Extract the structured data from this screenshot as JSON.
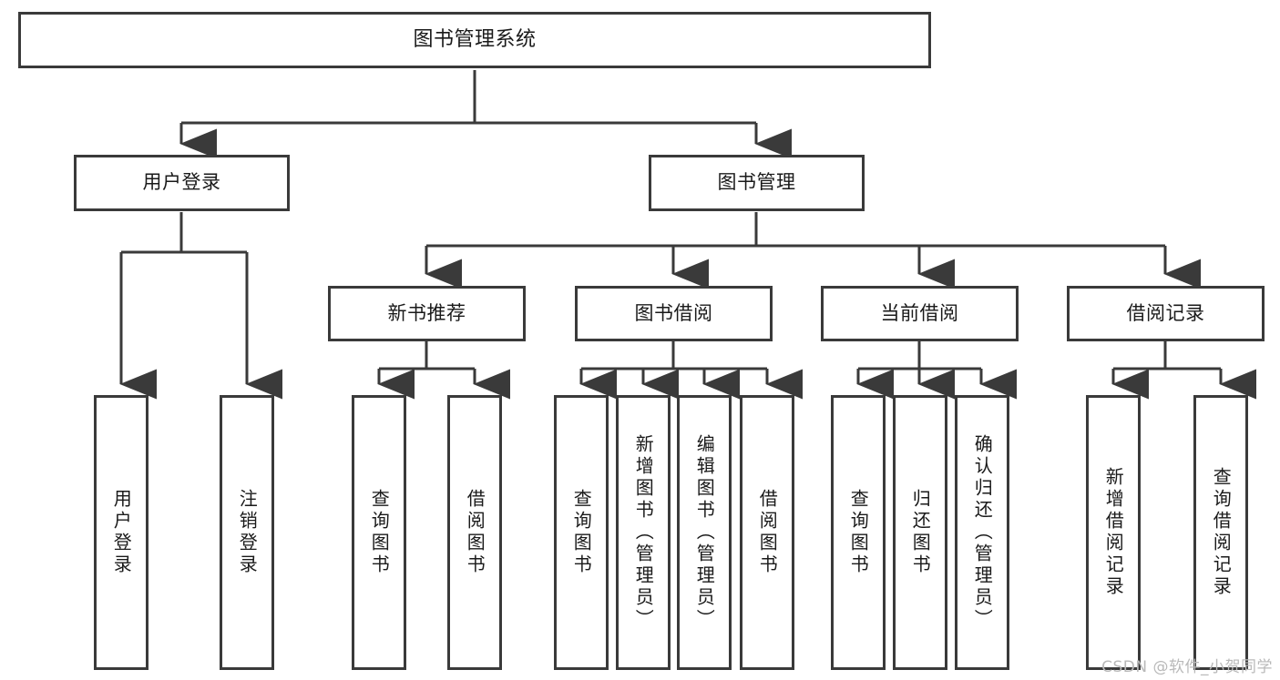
{
  "diagram": {
    "type": "tree",
    "title": "图书管理系统",
    "root": {
      "label": "图书管理系统"
    },
    "level2": [
      {
        "label": "用户登录"
      },
      {
        "label": "图书管理"
      }
    ],
    "level3": [
      {
        "label": "新书推荐"
      },
      {
        "label": "图书借阅"
      },
      {
        "label": "当前借阅"
      },
      {
        "label": "借阅记录"
      }
    ],
    "leaves_user_login": [
      {
        "label": "用户登录"
      },
      {
        "label": "注销登录"
      }
    ],
    "leaves_new_book": [
      {
        "label": "查询图书"
      },
      {
        "label": "借阅图书"
      }
    ],
    "leaves_borrow": [
      {
        "label": "查询图书"
      },
      {
        "label": "新增图书（管理员）"
      },
      {
        "label": "编辑图书（管理员）"
      },
      {
        "label": "借阅图书"
      }
    ],
    "leaves_current": [
      {
        "label": "查询图书"
      },
      {
        "label": "归还图书"
      },
      {
        "label": "确认归还（管理员）"
      }
    ],
    "leaves_records": [
      {
        "label": "新增借阅记录"
      },
      {
        "label": "查询借阅记录"
      }
    ]
  },
  "watermark": {
    "text": "CSDN @软件_小贺同学"
  },
  "colors": {
    "stroke": "#3a3a3a",
    "fill": "#ffffff",
    "text": "#1a1a1a",
    "watermark": "#b9b9b9"
  }
}
